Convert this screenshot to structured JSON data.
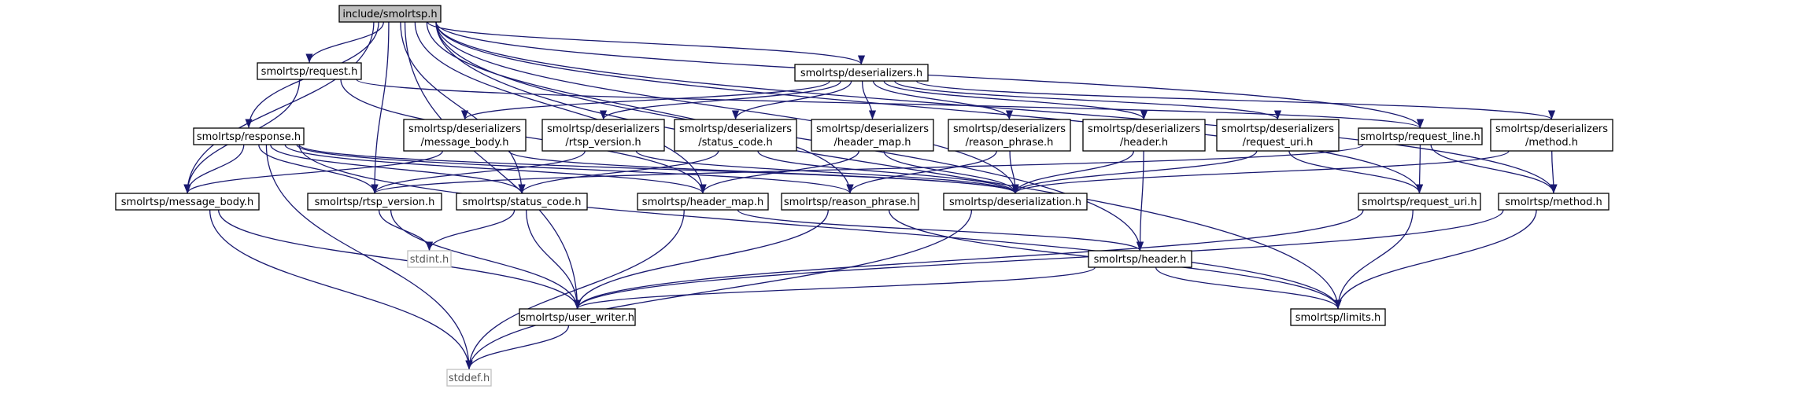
{
  "nodes": {
    "root": "include/smolrtsp.h",
    "request": "smolrtsp/request.h",
    "deserializers": "smolrtsp/deserializers.h",
    "response": "smolrtsp/response.h",
    "d_message_body": [
      "smolrtsp/deserializers",
      "/message_body.h"
    ],
    "d_rtsp_version": [
      "smolrtsp/deserializers",
      "/rtsp_version.h"
    ],
    "d_status_code": [
      "smolrtsp/deserializers",
      "/status_code.h"
    ],
    "d_header_map": [
      "smolrtsp/deserializers",
      "/header_map.h"
    ],
    "d_reason_phrase": [
      "smolrtsp/deserializers",
      "/reason_phrase.h"
    ],
    "d_header": [
      "smolrtsp/deserializers",
      "/header.h"
    ],
    "d_request_uri": [
      "smolrtsp/deserializers",
      "/request_uri.h"
    ],
    "request_line": "smolrtsp/request_line.h",
    "d_method": [
      "smolrtsp/deserializers",
      "/method.h"
    ],
    "message_body": "smolrtsp/message_body.h",
    "rtsp_version": "smolrtsp/rtsp_version.h",
    "status_code": "smolrtsp/status_code.h",
    "header_map": "smolrtsp/header_map.h",
    "reason_phrase": "smolrtsp/reason_phrase.h",
    "deserialization": "smolrtsp/deserialization.h",
    "request_uri": "smolrtsp/request_uri.h",
    "method": "smolrtsp/method.h",
    "stdint": "stdint.h",
    "header": "smolrtsp/header.h",
    "user_writer": "smolrtsp/user_writer.h",
    "limits": "smolrtsp/limits.h",
    "stddef": "stddef.h"
  },
  "edges": [
    [
      "root",
      "request"
    ],
    [
      "root",
      "deserializers"
    ],
    [
      "root",
      "response"
    ],
    [
      "root",
      "message_body"
    ],
    [
      "root",
      "rtsp_version"
    ],
    [
      "root",
      "status_code"
    ],
    [
      "root",
      "header_map"
    ],
    [
      "root",
      "reason_phrase"
    ],
    [
      "root",
      "deserialization"
    ],
    [
      "root",
      "request_uri"
    ],
    [
      "root",
      "method"
    ],
    [
      "root",
      "header"
    ],
    [
      "root",
      "user_writer"
    ],
    [
      "root",
      "limits"
    ],
    [
      "root",
      "request_line"
    ],
    [
      "request",
      "message_body"
    ],
    [
      "request",
      "request_line"
    ],
    [
      "request",
      "header_map"
    ],
    [
      "deserializers",
      "d_message_body"
    ],
    [
      "deserializers",
      "d_rtsp_version"
    ],
    [
      "deserializers",
      "d_status_code"
    ],
    [
      "deserializers",
      "d_header_map"
    ],
    [
      "deserializers",
      "d_reason_phrase"
    ],
    [
      "deserializers",
      "d_header"
    ],
    [
      "deserializers",
      "d_request_uri"
    ],
    [
      "deserializers",
      "d_method"
    ],
    [
      "response",
      "message_body"
    ],
    [
      "response",
      "rtsp_version"
    ],
    [
      "response",
      "status_code"
    ],
    [
      "response",
      "header_map"
    ],
    [
      "response",
      "reason_phrase"
    ],
    [
      "response",
      "deserialization"
    ],
    [
      "response",
      "limits"
    ],
    [
      "response",
      "stddef"
    ],
    [
      "d_message_body",
      "message_body"
    ],
    [
      "d_message_body",
      "deserialization"
    ],
    [
      "d_rtsp_version",
      "rtsp_version"
    ],
    [
      "d_rtsp_version",
      "deserialization"
    ],
    [
      "d_status_code",
      "status_code"
    ],
    [
      "d_status_code",
      "deserialization"
    ],
    [
      "d_header_map",
      "header_map"
    ],
    [
      "d_header_map",
      "deserialization"
    ],
    [
      "d_reason_phrase",
      "reason_phrase"
    ],
    [
      "d_reason_phrase",
      "deserialization"
    ],
    [
      "d_header",
      "header"
    ],
    [
      "d_header",
      "deserialization"
    ],
    [
      "d_request_uri",
      "request_uri"
    ],
    [
      "d_request_uri",
      "deserialization"
    ],
    [
      "request_line",
      "rtsp_version"
    ],
    [
      "request_line",
      "request_uri"
    ],
    [
      "request_line",
      "method"
    ],
    [
      "d_method",
      "method"
    ],
    [
      "d_method",
      "deserialization"
    ],
    [
      "message_body",
      "user_writer"
    ],
    [
      "message_body",
      "stddef"
    ],
    [
      "rtsp_version",
      "stdint"
    ],
    [
      "rtsp_version",
      "user_writer"
    ],
    [
      "status_code",
      "stdint"
    ],
    [
      "status_code",
      "user_writer"
    ],
    [
      "header_map",
      "header"
    ],
    [
      "header_map",
      "stddef"
    ],
    [
      "reason_phrase",
      "user_writer"
    ],
    [
      "reason_phrase",
      "limits"
    ],
    [
      "deserialization",
      "stddef"
    ],
    [
      "request_uri",
      "user_writer"
    ],
    [
      "request_uri",
      "limits"
    ],
    [
      "method",
      "user_writer"
    ],
    [
      "method",
      "limits"
    ],
    [
      "header",
      "user_writer"
    ],
    [
      "header",
      "limits"
    ],
    [
      "user_writer",
      "stddef"
    ]
  ]
}
